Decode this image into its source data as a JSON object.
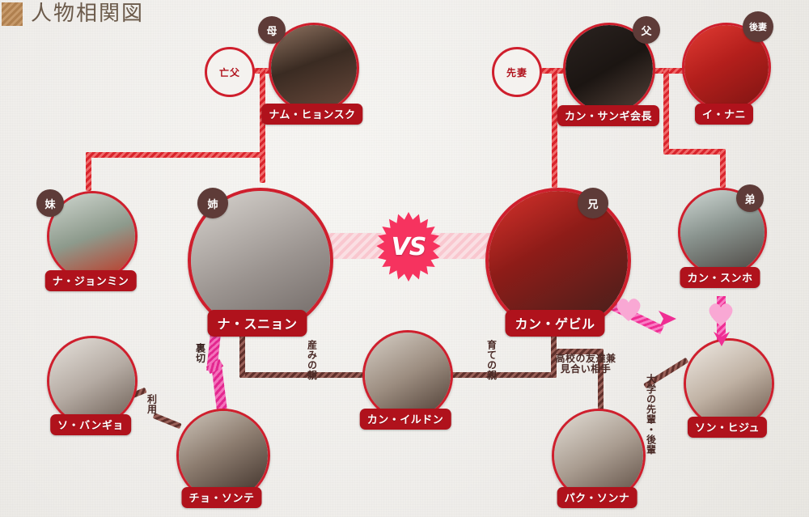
{
  "page": {
    "title": "人物相関図",
    "background_color": "#f1efeb",
    "line_color_family": "#d9242c",
    "line_color_relation": "#60312c",
    "accent_magenta": "#e3278f",
    "name_badge_color": "#b0121c",
    "role_badge_color": "#5e3b38"
  },
  "vs": {
    "label": "VS"
  },
  "people": [
    {
      "id": "nam_hyonsuku",
      "name": "ナム・ヒョンスク",
      "role": "母"
    },
    {
      "id": "kan_sangi",
      "name": "カン・サンギ会長",
      "role": "父"
    },
    {
      "id": "i_nani",
      "name": "イ・ナニ",
      "role": "後妻"
    },
    {
      "id": "na_jonmin",
      "name": "ナ・ジョンミン",
      "role": "妹"
    },
    {
      "id": "na_sunyon",
      "name": "ナ・スニョン",
      "role": "姉"
    },
    {
      "id": "kan_gebiru",
      "name": "カン・ゲビル",
      "role": "兄"
    },
    {
      "id": "kan_sunho",
      "name": "カン・スンホ",
      "role": "弟"
    },
    {
      "id": "so_bangyo",
      "name": "ソ・バンギョ",
      "role": ""
    },
    {
      "id": "cho_sonte",
      "name": "チョ・ソンテ",
      "role": ""
    },
    {
      "id": "kan_irudon",
      "name": "カン・イルドン",
      "role": ""
    },
    {
      "id": "paku_sonna",
      "name": "パク・ソンナ",
      "role": ""
    },
    {
      "id": "son_hiju",
      "name": "ソン・ヒジュ",
      "role": ""
    }
  ],
  "circle_labels": [
    {
      "id": "bofu",
      "text": "亡父"
    },
    {
      "id": "sensai",
      "text": "先妻"
    }
  ],
  "relations": [
    {
      "id": "umi_no_oya",
      "text": "産みの親"
    },
    {
      "id": "sodate_no_oya",
      "text": "育ての親"
    },
    {
      "id": "uragiri",
      "text": "裏切"
    },
    {
      "id": "riyou",
      "text": "利用"
    },
    {
      "id": "koukou",
      "text": "高校の友達兼\n見合い相手"
    },
    {
      "id": "koukou_l1",
      "text": "高校の友達兼"
    },
    {
      "id": "koukou_l2",
      "text": "見合い相手"
    },
    {
      "id": "daigaku",
      "text": "大学の先輩・後輩"
    }
  ]
}
